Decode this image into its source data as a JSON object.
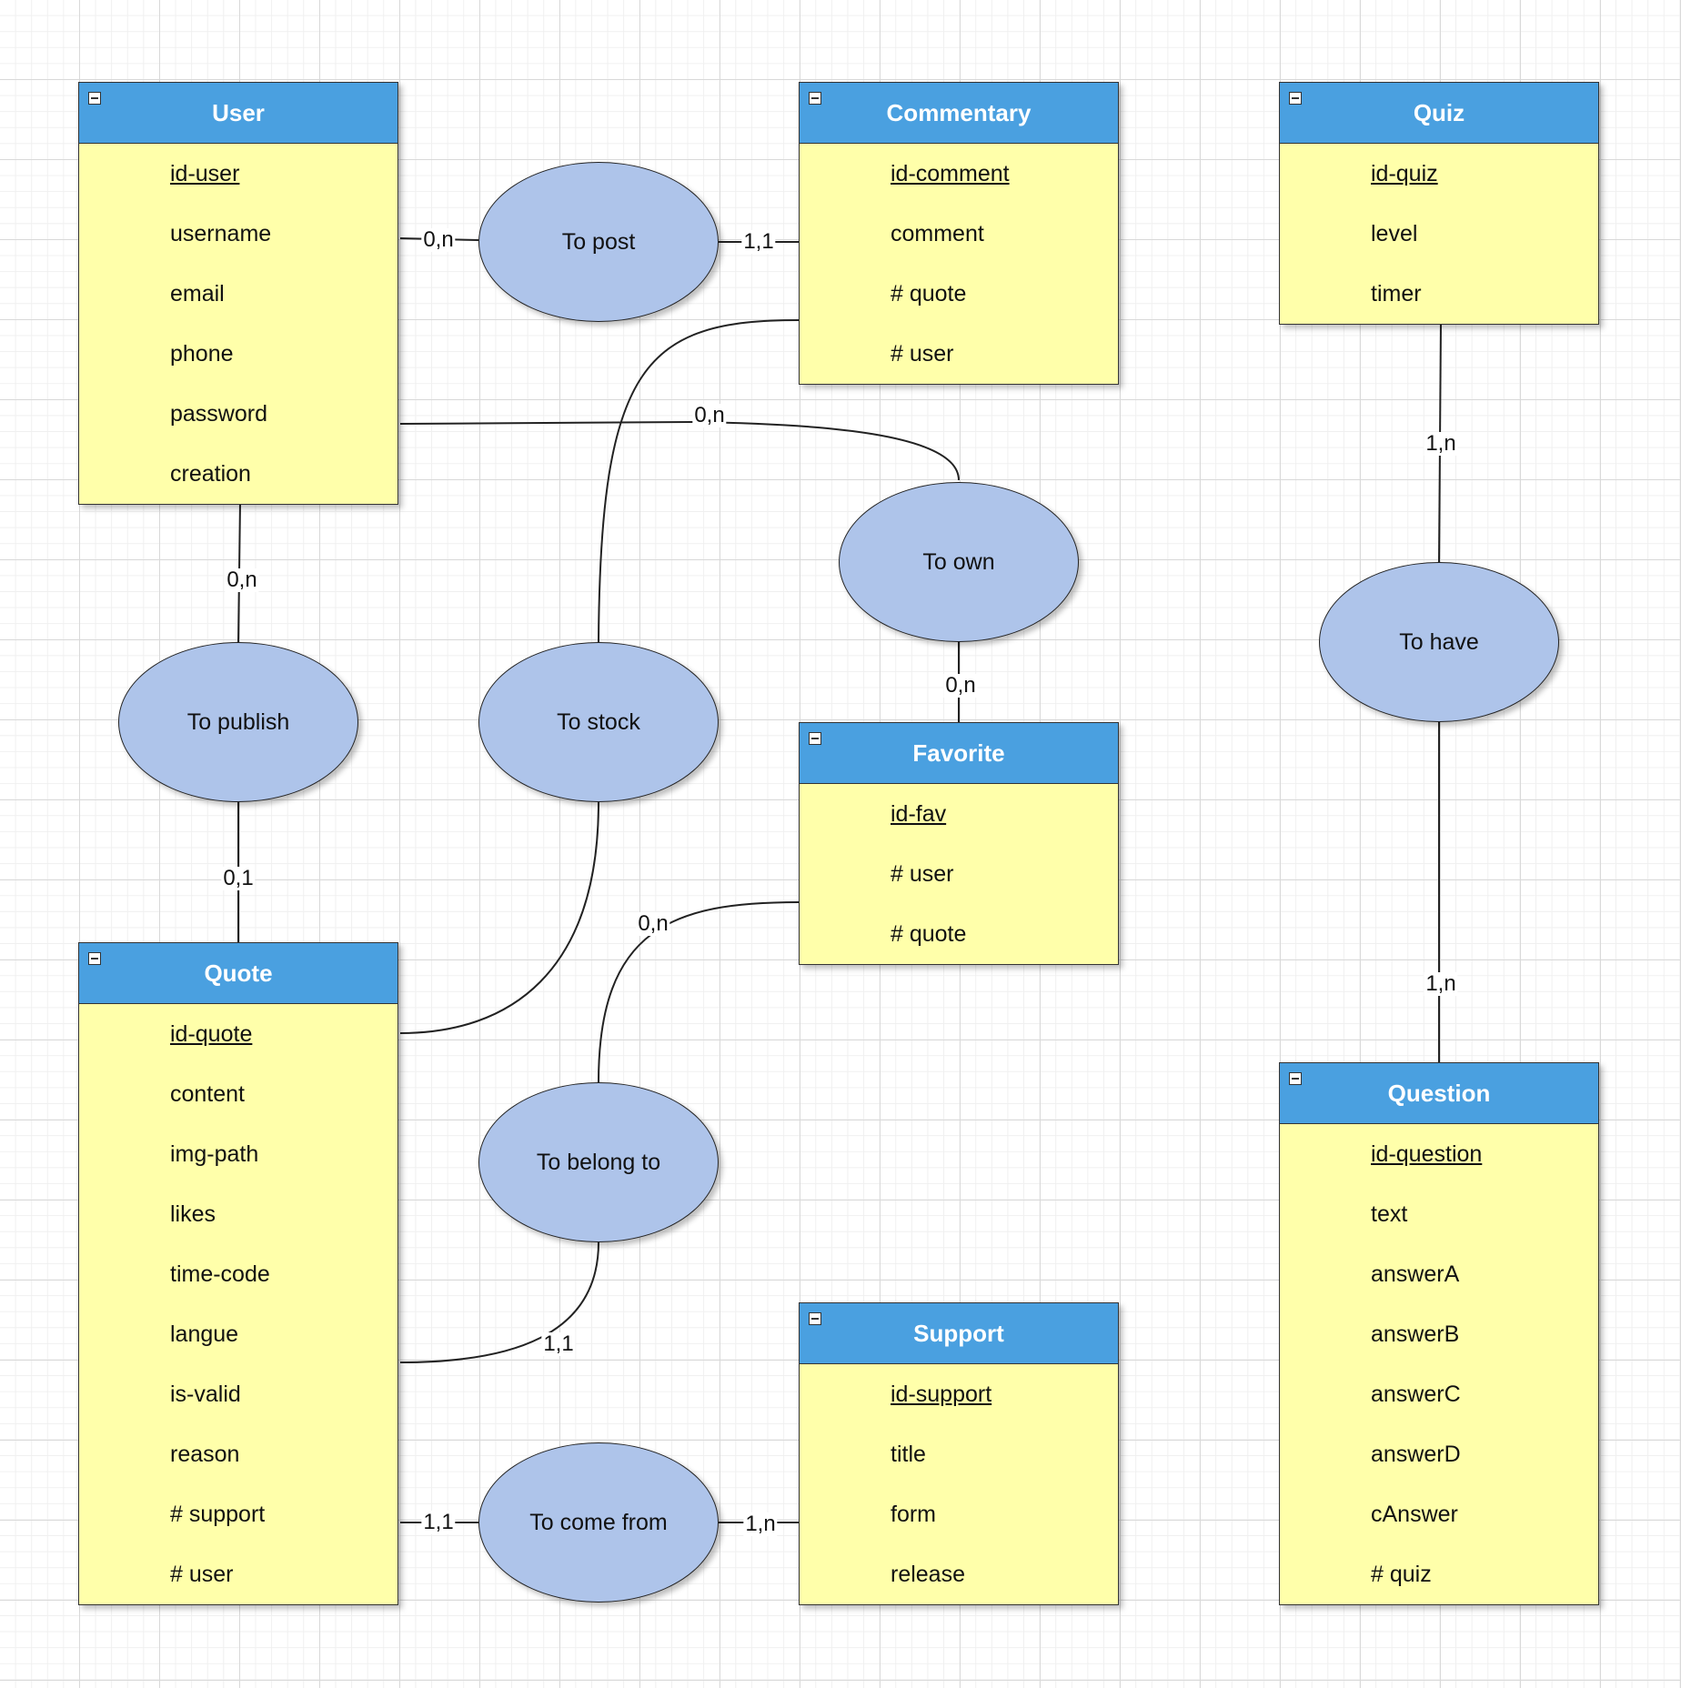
{
  "entities": {
    "user": {
      "title": "User",
      "collapse_icon": "minus-square-icon",
      "attributes": [
        {
          "label": "id-user",
          "pk": true
        },
        {
          "label": "username"
        },
        {
          "label": "email"
        },
        {
          "label": "phone"
        },
        {
          "label": "password"
        },
        {
          "label": "creation"
        }
      ]
    },
    "commentary": {
      "title": "Commentary",
      "collapse_icon": "minus-square-icon",
      "attributes": [
        {
          "label": "id-comment",
          "pk": true
        },
        {
          "label": "comment"
        },
        {
          "label": "# quote"
        },
        {
          "label": "# user"
        }
      ]
    },
    "quiz": {
      "title": "Quiz",
      "collapse_icon": "minus-square-icon",
      "attributes": [
        {
          "label": "id-quiz",
          "pk": true
        },
        {
          "label": "level"
        },
        {
          "label": "timer"
        }
      ]
    },
    "favorite": {
      "title": "Favorite",
      "collapse_icon": "minus-square-icon",
      "attributes": [
        {
          "label": "id-fav",
          "pk": true
        },
        {
          "label": "# user"
        },
        {
          "label": "# quote"
        }
      ]
    },
    "quote": {
      "title": "Quote",
      "collapse_icon": "minus-square-icon",
      "attributes": [
        {
          "label": "id-quote",
          "pk": true
        },
        {
          "label": "content"
        },
        {
          "label": "img-path"
        },
        {
          "label": "likes"
        },
        {
          "label": "time-code"
        },
        {
          "label": "langue"
        },
        {
          "label": "is-valid"
        },
        {
          "label": "reason"
        },
        {
          "label": "# support"
        },
        {
          "label": "# user"
        }
      ]
    },
    "support": {
      "title": "Support",
      "collapse_icon": "minus-square-icon",
      "attributes": [
        {
          "label": "id-support",
          "pk": true
        },
        {
          "label": "title"
        },
        {
          "label": "form"
        },
        {
          "label": "release"
        }
      ]
    },
    "question": {
      "title": "Question",
      "collapse_icon": "minus-square-icon",
      "attributes": [
        {
          "label": "id-question",
          "pk": true
        },
        {
          "label": "text"
        },
        {
          "label": "answerA"
        },
        {
          "label": "answerB"
        },
        {
          "label": "answerC"
        },
        {
          "label": "answerD"
        },
        {
          "label": "cAnswer"
        },
        {
          "label": "# quiz"
        }
      ]
    }
  },
  "relations": {
    "to_post": "To post",
    "to_own": "To own",
    "to_publish": "To publish",
    "to_stock": "To stock",
    "to_have": "To have",
    "to_belong_to": "To belong to",
    "to_come_from": "To come from"
  },
  "cardinalities": {
    "user_to_post": "0,n",
    "commentary_to_post": "1,1",
    "user_to_own": "0,n",
    "favorite_to_own": "0,n",
    "user_to_publish": "0,n",
    "quote_to_publish": "0,1",
    "favorite_to_belong_to": "0,n",
    "quote_to_belong_to": "1,1",
    "quiz_to_have": "1,n",
    "question_to_have": "1,n",
    "quote_to_come_from": "1,1",
    "support_to_come_from": "1,n"
  }
}
